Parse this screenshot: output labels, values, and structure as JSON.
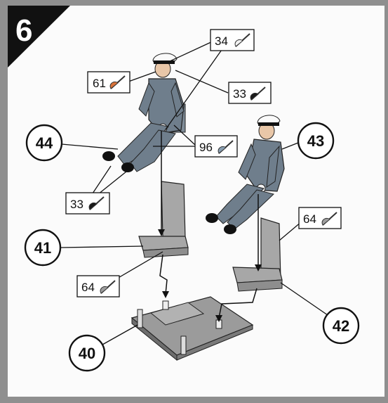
{
  "step": {
    "number": "6"
  },
  "parts": {
    "p40": "40",
    "p41": "41",
    "p42": "42",
    "p43": "43",
    "p44": "44"
  },
  "paints": {
    "top_34": "34",
    "left_61": "61",
    "right_33": "33",
    "mid_96": "96",
    "bottom_33": "33",
    "seat_64_right": "64",
    "seat_64_left": "64"
  },
  "colors": {
    "uniform": "#6f7e8c",
    "seat": "#a7a7a7",
    "paint_61": "#d9733a",
    "paint_34": "#f2f2f2",
    "paint_33": "#1a1a1a",
    "paint_96": "#8a9fb2",
    "paint_64": "#9e9e9e"
  }
}
